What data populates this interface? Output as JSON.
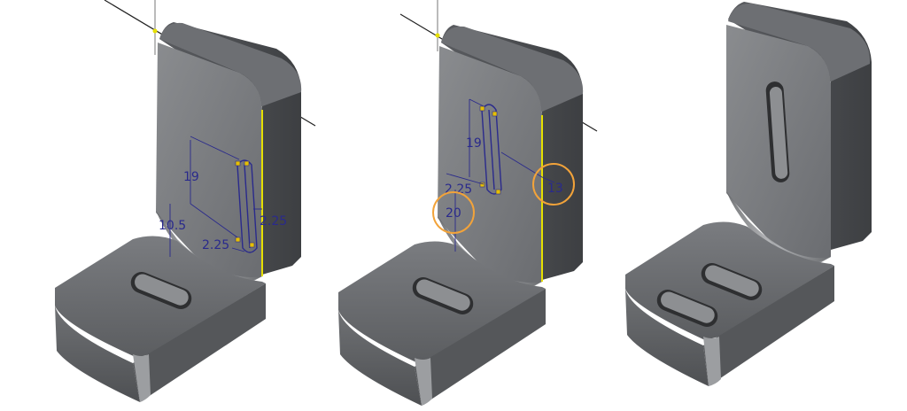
{
  "colors": {
    "background": "#ffffff",
    "part_face": "#77797c",
    "part_face_dark": "#4a4c4f",
    "part_face_light": "#9a9c9f",
    "dimension": "#2a2a8c",
    "edge_highlight": "#e6e000",
    "callout": "#f2a33a",
    "axis_line": "#222222"
  },
  "views": [
    {
      "name": "sketch-dimensions-view",
      "dimensions": {
        "slot_length": "19",
        "slot_offset_vertical": "10.5",
        "slot_width_right": "2.25",
        "slot_width_bottom": "2.25"
      }
    },
    {
      "name": "constrained-sketch-view",
      "dimensions": {
        "slot_length": "19",
        "slot_width": "2.25",
        "height_from_base": "20",
        "offset_from_edge": "13"
      },
      "callouts": [
        "20",
        "13"
      ]
    },
    {
      "name": "finished-part-view"
    }
  ]
}
